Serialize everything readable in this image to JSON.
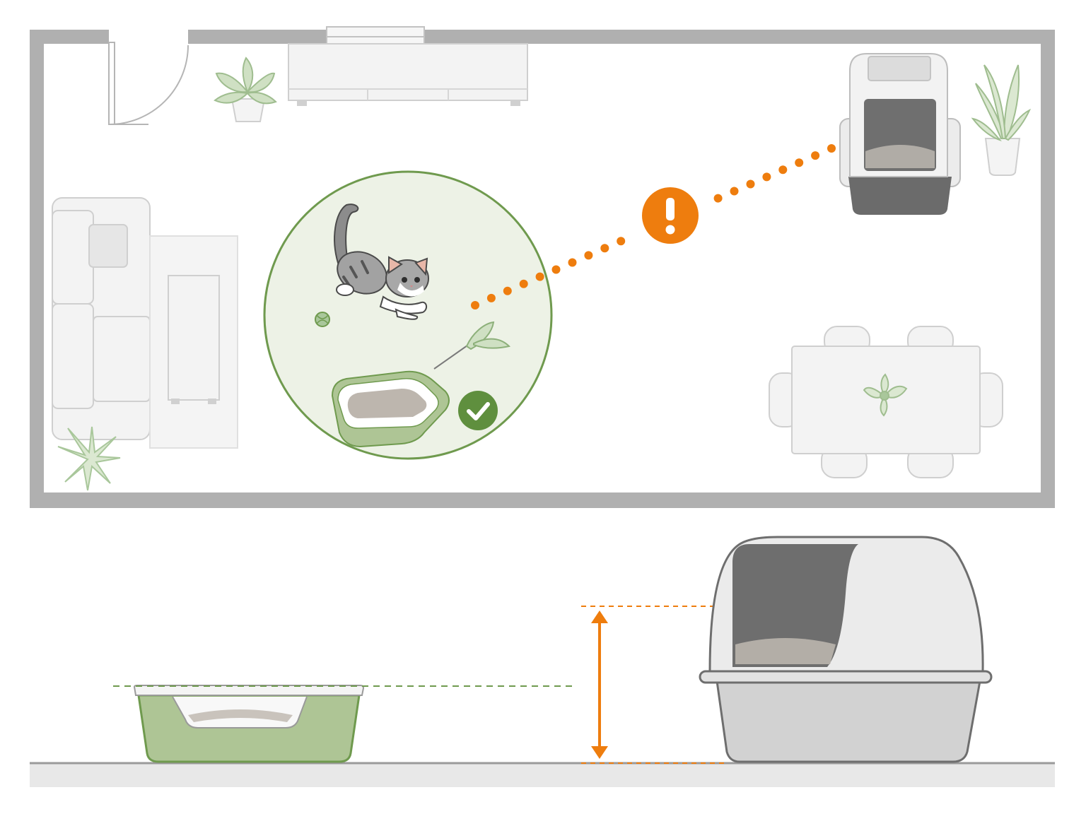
{
  "diagram": {
    "plan_view": {
      "good_zone": {
        "status": "ok",
        "status_icon": "check-circle-icon"
      },
      "bad_zone": {
        "status": "warning",
        "status_icon": "exclamation-circle-icon"
      },
      "path_to_far_box": "dotted-line"
    },
    "side_view": {
      "low_entry_box": {
        "style": "open-tray"
      },
      "high_entry_box": {
        "style": "hooded"
      },
      "entry_height_indicator": "double-arrow-icon"
    },
    "colors": {
      "good": "#6f9a4e",
      "good_fill": "#edf2e6",
      "good_box": "#aec595",
      "warning": "#ee7d0e",
      "wall": "#b0b0b0",
      "line": "#c8c8c8",
      "furniture": "#f3f3f3",
      "plant": "#a9c79b",
      "box_grey": "#cfcfcf",
      "box_dark": "#6b6b6b"
    }
  }
}
